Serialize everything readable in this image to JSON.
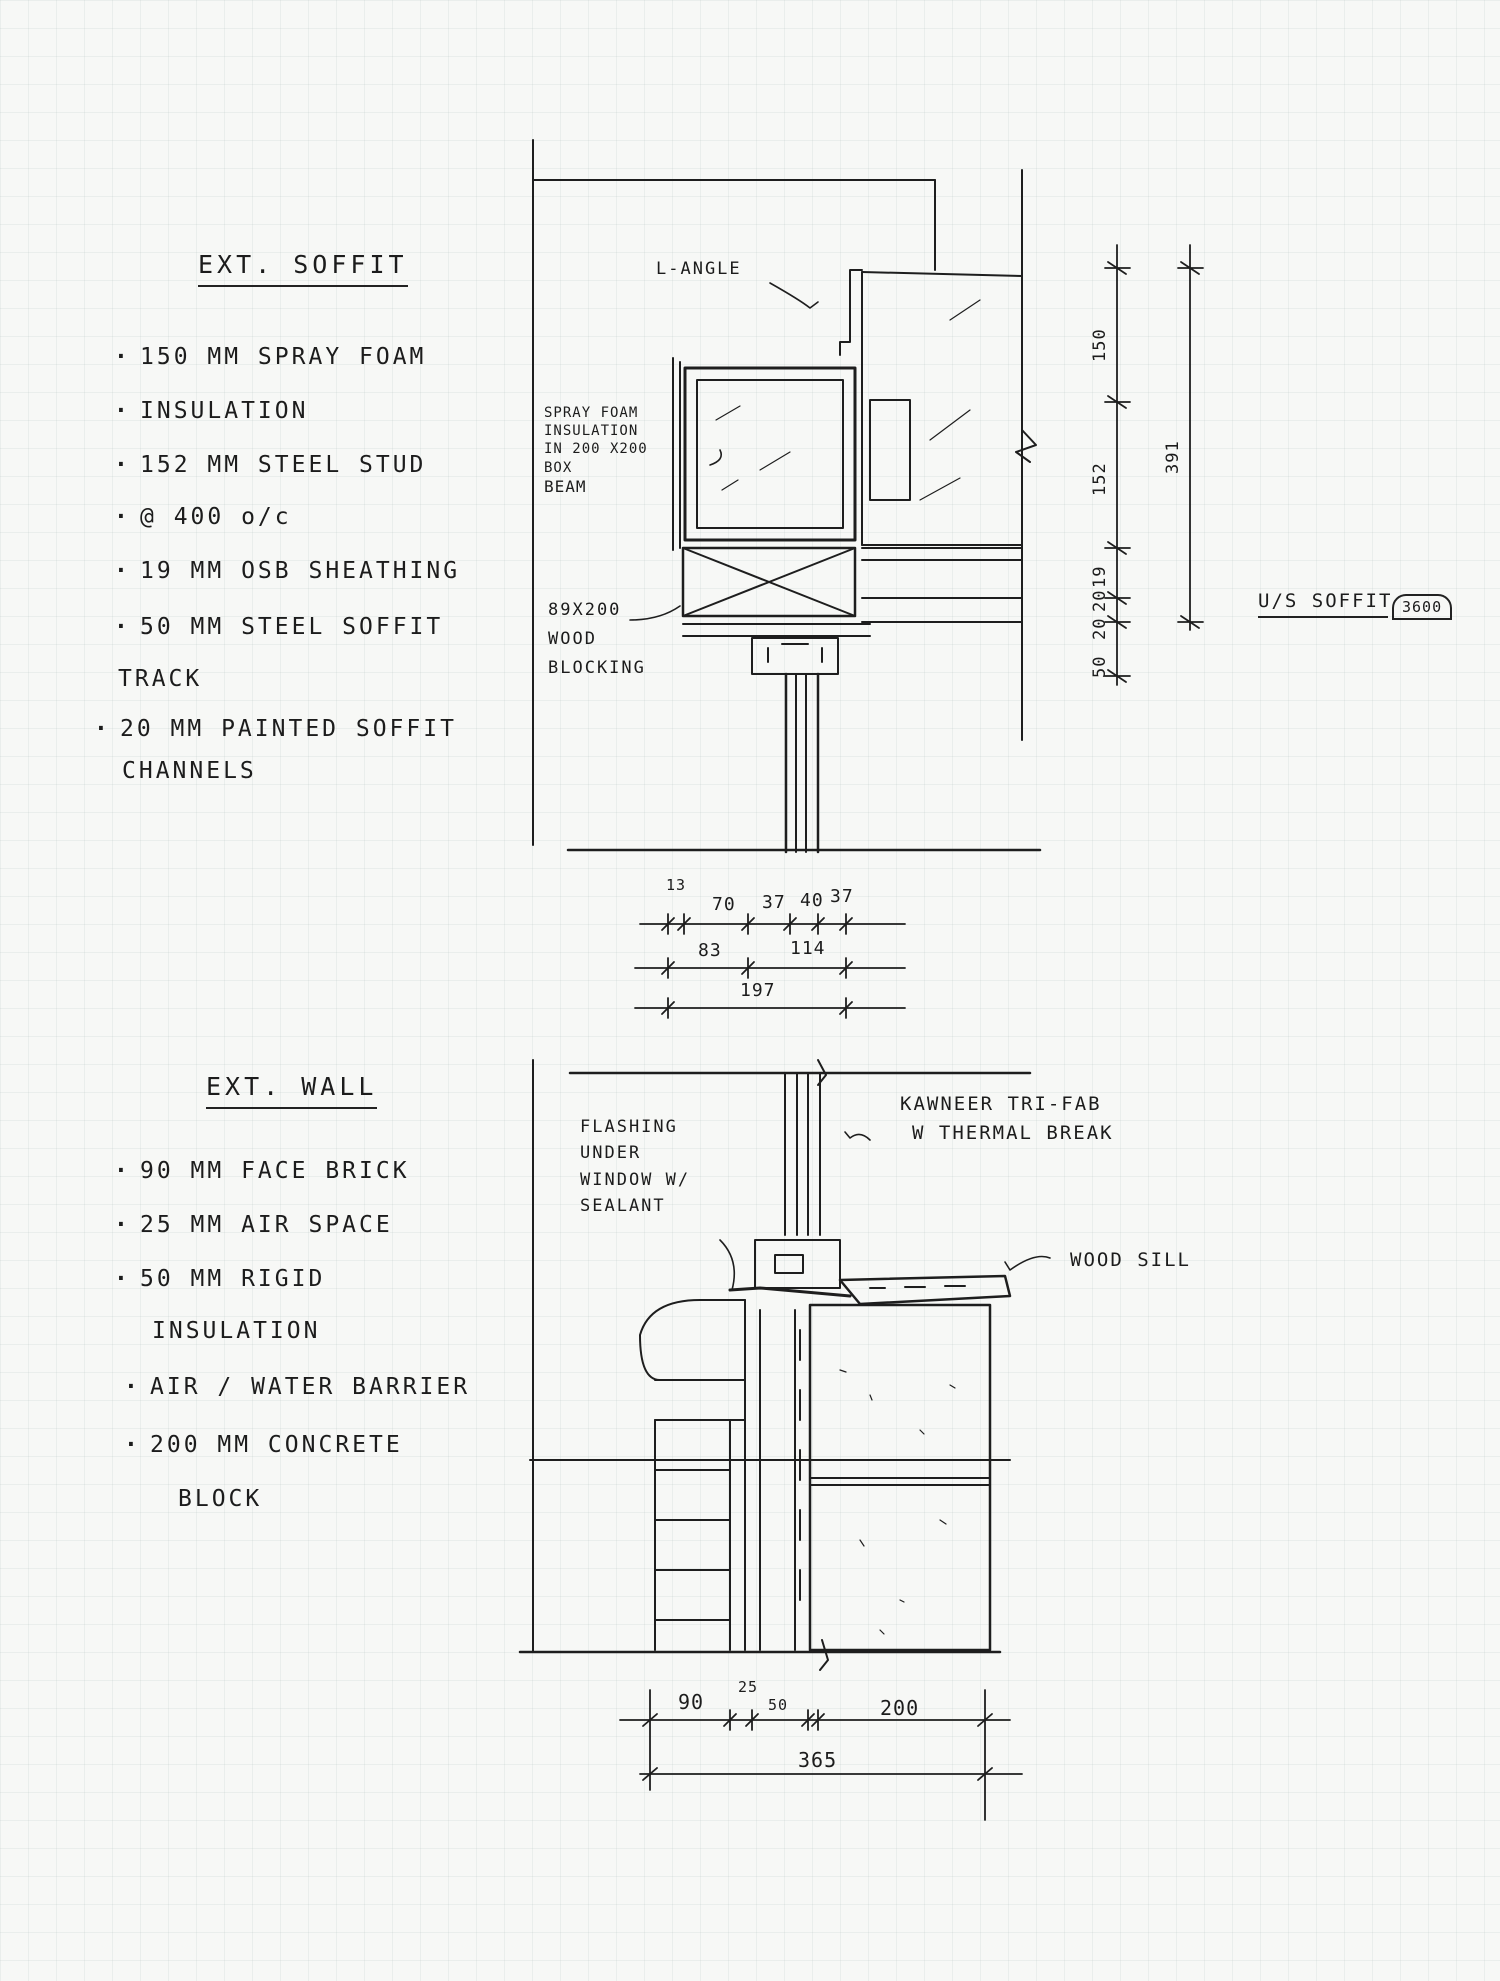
{
  "soffit": {
    "title": "EXT. SOFFIT",
    "items": [
      "150 MM SPRAY FOAM",
      "INSULATION",
      "152 MM STEEL STUD",
      "@ 400 o/c",
      "19 MM OSB SHEATHING",
      "50 MM STEEL SOFFIT",
      "TRACK",
      "20 MM PAINTED SOFFIT",
      "CHANNELS"
    ],
    "notes": {
      "l_angle": "L-ANGLE",
      "spray_foam": [
        "SPRAY FOAM",
        "INSULATION",
        "IN 200 X200",
        "BOX",
        "BEAM"
      ],
      "wood_blocking": [
        "89X200",
        "WOOD",
        "BLOCKING"
      ]
    },
    "dims_vertical": [
      "150",
      "152",
      "50",
      "20",
      "20",
      "19",
      "391"
    ],
    "us_soffit_label": "U/S SOFFIT",
    "us_soffit_value": "3600",
    "dims_horizontal": [
      "13",
      "70",
      "37",
      "40",
      "37",
      "83",
      "114",
      "197"
    ]
  },
  "wall": {
    "title": "EXT. WALL",
    "items": [
      "90 MM FACE BRICK",
      "25 MM AIR SPACE",
      "50 MM RIGID",
      "INSULATION",
      "AIR / WATER BARRIER",
      "200 MM CONCRETE",
      "BLOCK"
    ],
    "notes": {
      "flashing": [
        "FLASHING",
        "UNDER",
        "WINDOW W/",
        "SEALANT"
      ],
      "kawneer": [
        "KAWNEER TRI-FAB",
        "W THERMAL BREAK"
      ],
      "wood_sill": "WOOD SILL"
    },
    "dims_horizontal": [
      "90",
      "25",
      "50",
      "200",
      "365"
    ]
  }
}
